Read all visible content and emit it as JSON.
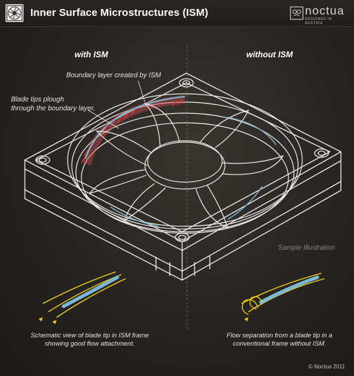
{
  "header": {
    "title": "Inner Surface Microstructures (ISM)",
    "icon": "fan-icon",
    "logo_word": "noctua",
    "logo_tagline": "DESIGNED IN AUSTRIA"
  },
  "columns": {
    "left": "with ISM",
    "right": "without ISM"
  },
  "annotations": {
    "boundary_layer": "Boundary layer created by ISM",
    "blade_tips_line1": "Blade tips plough",
    "blade_tips_line2": "through the boundary layer.",
    "sample": "Sample Illustration"
  },
  "captions": {
    "left_line1": "Schematic view of blade tip in ISM frame",
    "left_line2": "showing good flow attachment.",
    "right_line1": "Flow separation from a blade tip in a",
    "right_line2": "conventional frame without ISM."
  },
  "copyright": "© Noctua 2011",
  "colors": {
    "background": "#2a2623",
    "outline": "#f0ede9",
    "ism_highlight": "#c94a4a",
    "flow_blue": "#7ab8d6",
    "flow_yellow": "#f2d21a"
  }
}
